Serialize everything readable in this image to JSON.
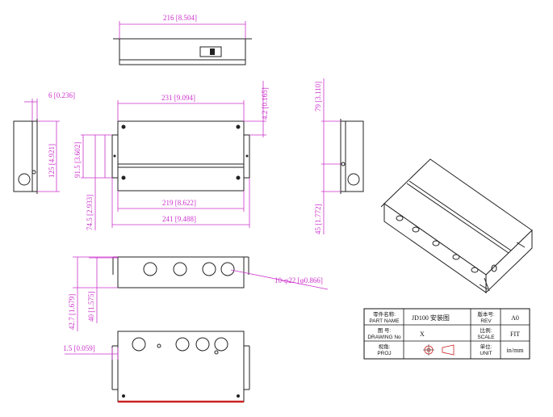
{
  "dimensions": {
    "top_width": "216 [8.504]",
    "flange_offset": "6 [0.236]",
    "plan_width": "231 [9.094]",
    "plan_height_right": "4.2 [0.165]",
    "side_height": "125 [4.921]",
    "plan_inner_h": "91.5 [3.602]",
    "plan_lower_h": "74.5 [2.933]",
    "plan_inner_w": "219 [8.622]",
    "plan_outer_w": "241 [9.488]",
    "right_side_h": "79 [3.110]",
    "right_side_low": "45 [1.772]",
    "holes": "10-φ22 [φ0.866]",
    "front_h1": "42.7 [1.679]",
    "front_h2": "40 [1.575]",
    "wall_t": "1.5 [0.059]"
  },
  "title_block": {
    "part_name_label_cn": "零件名称:",
    "part_name_label_en": "PART NAME",
    "part_name_value": "JD100 安装图",
    "rev_label_cn": "版本号:",
    "rev_label_en": "REV",
    "rev_value": "A0",
    "drawing_no_label_cn": "图 号:",
    "drawing_no_label_en": "DRAWING No",
    "drawing_no_value": "X",
    "scale_label_cn": "比例:",
    "scale_label_en": "SCALE",
    "scale_value": "FIT",
    "proj_label_cn": "视角:",
    "proj_label_en": "PROJ",
    "unit_label_cn": "单位:",
    "unit_label_en": "UNIT",
    "unit_value": "in/mm"
  },
  "colors": {
    "dimension": "#cc33cc",
    "outline": "#222222",
    "accent": "#cc2222"
  }
}
